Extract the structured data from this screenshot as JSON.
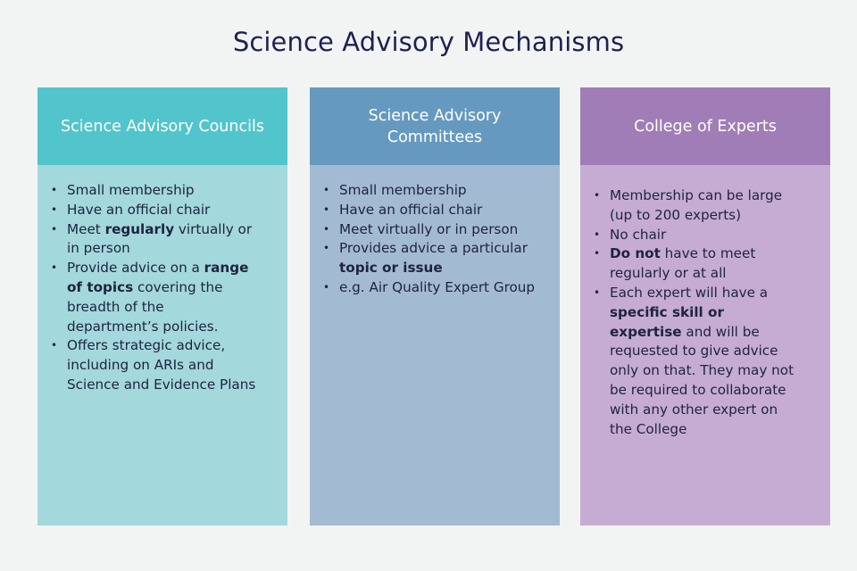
{
  "title": "Science Advisory Mechanisms",
  "columns": [
    {
      "header": "Science Advisory Councils",
      "items": [
        [
          {
            "t": "Small membership"
          }
        ],
        [
          {
            "t": "Have an official chair"
          }
        ],
        [
          {
            "t": "Meet "
          },
          {
            "t": "regularly",
            "b": true
          },
          {
            "t": " virtually or in person"
          }
        ],
        [
          {
            "t": "Provide advice on a "
          },
          {
            "t": "range of topics",
            "b": true
          },
          {
            "t": " covering the breadth of the department’s policies."
          }
        ],
        [
          {
            "t": "Offers strategic advice, including on ARIs and Science and Evidence Plans"
          }
        ]
      ]
    },
    {
      "header": "Science Advisory Committees",
      "items": [
        [
          {
            "t": "Small membership"
          }
        ],
        [
          {
            "t": "Have an official chair"
          }
        ],
        [
          {
            "t": "Meet virtually or in person"
          }
        ],
        [
          {
            "t": "Provides advice a particular "
          },
          {
            "t": "topic or issue",
            "b": true
          }
        ],
        [
          {
            "t": "e.g. Air Quality Expert Group"
          }
        ]
      ]
    },
    {
      "header": "College of Experts",
      "items": [
        [
          {
            "t": "Membership can be large (up to 200 experts)"
          }
        ],
        [
          {
            "t": "No chair"
          }
        ],
        [
          {
            "t": "Do not",
            "b": true
          },
          {
            "t": " have to meet regularly or at all"
          }
        ],
        [
          {
            "t": "Each expert will have a "
          },
          {
            "t": "specific skill or expertise",
            "b": true
          },
          {
            "t": " and will be requested to give advice only on that. They may not be required to collaborate with any other expert on the College"
          }
        ]
      ]
    }
  ]
}
